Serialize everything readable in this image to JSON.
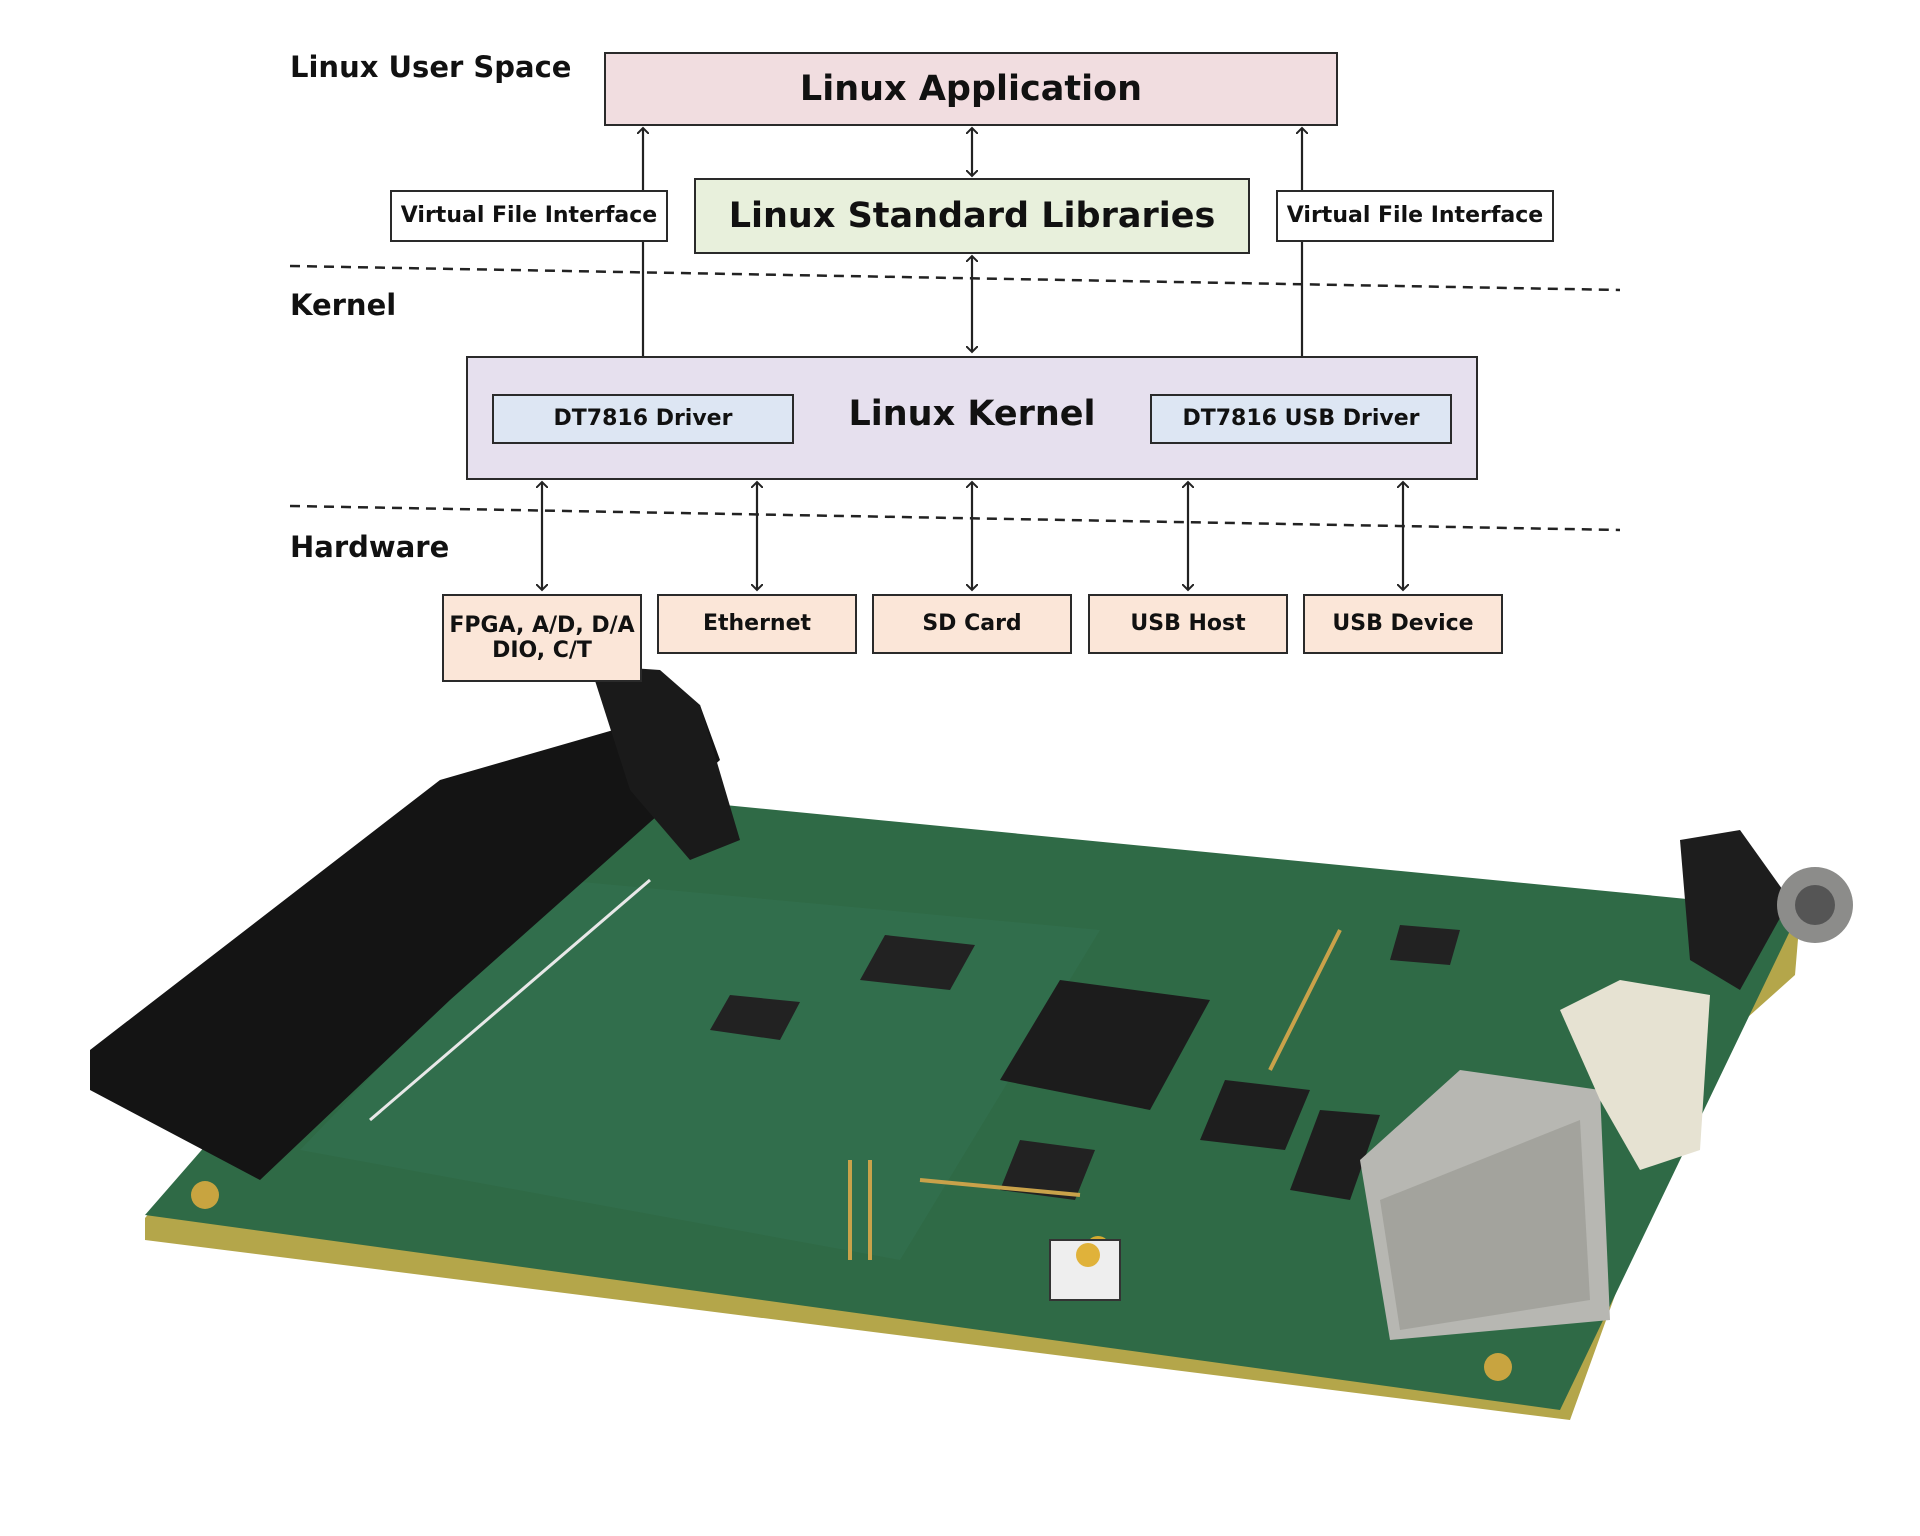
{
  "layers": {
    "user_space": "Linux User Space",
    "kernel": "Kernel",
    "hardware": "Hardware"
  },
  "boxes": {
    "linux_application": "Linux Application",
    "linux_standard_libraries": "Linux Standard Libraries",
    "virtual_file_interface_left": "Virtual File Interface",
    "virtual_file_interface_right": "Virtual File Interface",
    "linux_kernel": "Linux Kernel",
    "dt7816_driver": "DT7816 Driver",
    "dt7816_usb_driver": "DT7816 USB Driver"
  },
  "hardware": {
    "fpga_line1": "FPGA, A/D, D/A",
    "fpga_line2": "DIO, C/T",
    "ethernet": "Ethernet",
    "sd_card": "SD Card",
    "usb_host": "USB Host",
    "usb_device": "USB Device"
  },
  "colors": {
    "application": "#f1dde0",
    "libraries": "#e8f0dc",
    "kernel": "#e6e0ee",
    "driver": "#dde6f3",
    "hardware": "#fbe6d8",
    "pcb": "#2f6a46"
  }
}
